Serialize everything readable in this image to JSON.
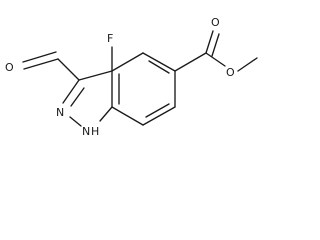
{
  "structure": {
    "atoms": {
      "fluorine": "F",
      "carbonyl_oxygen_ald": "O",
      "pyrazole_nitrogen": "N",
      "nh_nitrogen": "N",
      "nh_hydrogen": "H",
      "ester_carbonyl_oxygen": "O",
      "ester_ether_oxygen": "O"
    }
  }
}
